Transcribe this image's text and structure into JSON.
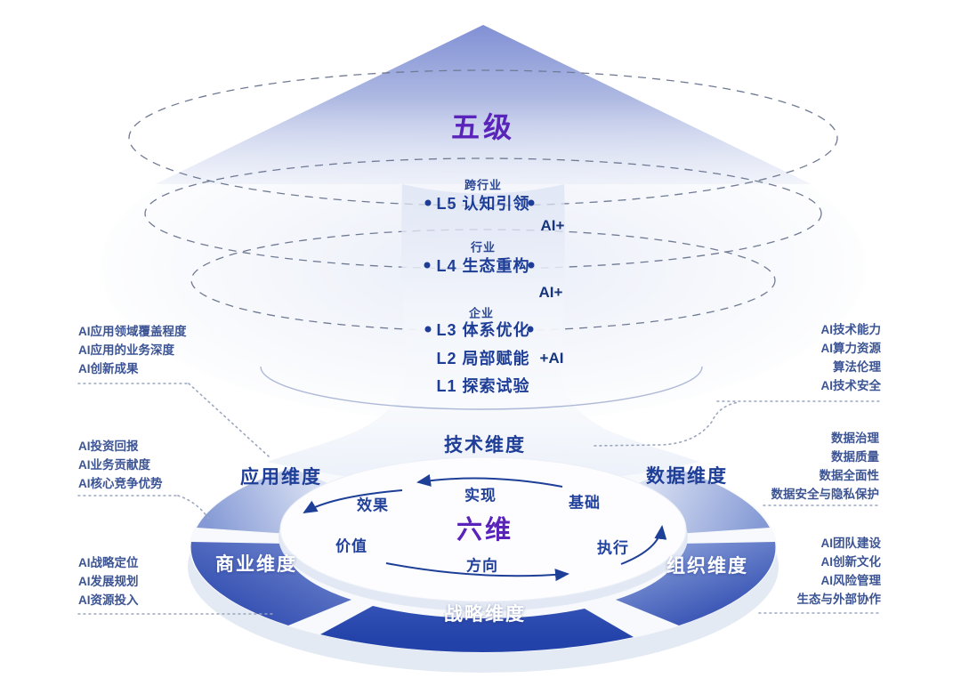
{
  "pyramid": {
    "title": "五级",
    "levels": [
      {
        "scope": "跨行业",
        "name": "L5 认知引领"
      },
      {
        "scope": "行业",
        "name": "L4 生态重构"
      },
      {
        "scope": "企业",
        "name": "L3 体系优化"
      },
      {
        "scope": "",
        "name": "L2 局部赋能"
      },
      {
        "scope": "",
        "name": "L1 探索试验"
      }
    ],
    "ai_tags": [
      "AI+",
      "AI+",
      "+AI"
    ]
  },
  "wheel": {
    "title": "六维",
    "dimensions": {
      "technology": "技术维度",
      "application": "应用维度",
      "data": "数据维度",
      "business": "商业维度",
      "organization": "组织维度",
      "strategy": "战略维度"
    },
    "cycle": {
      "top": "实现",
      "top_left": "效果",
      "top_right": "基础",
      "bottom_left": "价值",
      "bottom_right": "执行",
      "bottom": "方向"
    }
  },
  "notes": {
    "application": [
      "AI应用领域覆盖程度",
      "AI应用的业务深度",
      "AI创新成果"
    ],
    "business": [
      "AI投资回报",
      "AI业务贡献度",
      "AI核心竞争优势"
    ],
    "strategy": [
      "AI战略定位",
      "AI发展规划",
      "AI资源投入"
    ],
    "technology": [
      "AI技术能力",
      "AI算力资源",
      "算法伦理",
      "AI技术安全"
    ],
    "data": [
      "数据治理",
      "数据质量",
      "数据全面性",
      "数据安全与隐私保护"
    ],
    "organization": [
      "AI团队建设",
      "AI创新文化",
      "AI风险管理",
      "生态与外部协作"
    ]
  },
  "colors": {
    "purple": "#5a24bb",
    "navy": "#1d3d96",
    "deep_blue": "#2c49ae",
    "light_blue": "#8499d5"
  }
}
